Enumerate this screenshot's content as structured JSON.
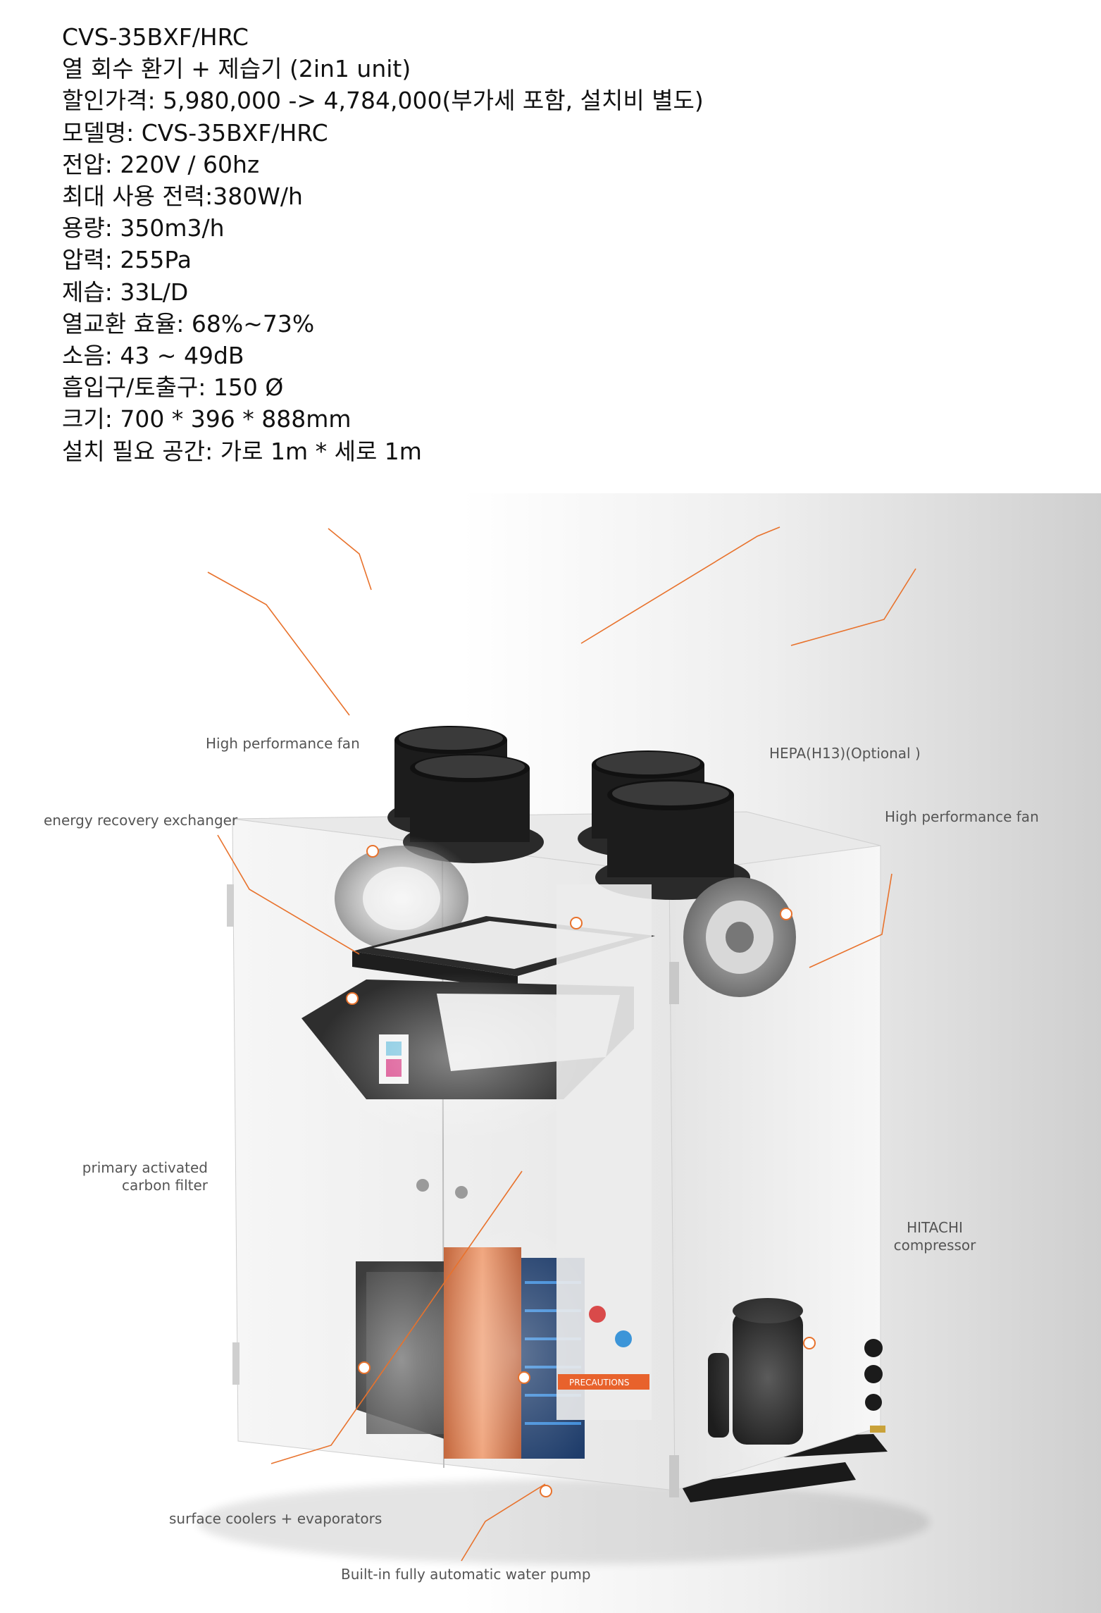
{
  "specs": [
    "CVS-35BXF/HRC",
    "열 회수 환기 + 제습기 (2in1 unit)",
    "할인가격: 5,980,000 -> 4,784,000(부가세 포함, 설치비 별도)",
    "모델명: CVS-35BXF/HRC",
    "전압: 220V / 60hz",
    "최대 사용 전력:380W/h",
    "용량: 350m3/h",
    "압력: 255Pa",
    "제습: 33L/D",
    "열교환 효율: 68%~73%",
    "소음: 43 ~ 49dB",
    "흡입구/토출구: 150 Ø",
    "크기: 700 * 396 * 888mm",
    "설치 필요 공간: 가로 1m * 세로 1m"
  ],
  "callouts": {
    "high_fan_left": "High performance fan",
    "energy_exchanger": "energy recovery exchanger",
    "hepa": "HEPA(H13)(Optional )",
    "high_fan_right": "High performance fan",
    "carbon_line1": "primary activated",
    "carbon_line2": "carbon filter",
    "hitachi_line1": "HITACHI",
    "hitachi_line2": "compressor",
    "surface_coolers": "surface coolers + evaporators",
    "water_pump": "Built-in fully automatic water pump"
  },
  "unit_labels": {
    "precautions": "PRECAUTIONS"
  },
  "colors": {
    "accent": "#e8722c",
    "cabinet": "#f1f1f1",
    "duct": "#1c1c1c"
  }
}
